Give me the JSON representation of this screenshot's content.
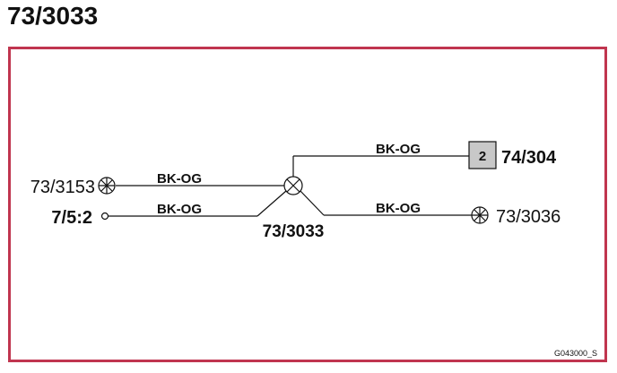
{
  "title": "73/3033",
  "colors": {
    "frame": "#c0354f",
    "line": "#111111",
    "box_fill": "#c8c8c8"
  },
  "connectors": {
    "left_top": {
      "label": "73/3153",
      "icon": "lamp-cross-circle-icon"
    },
    "left_bottom": {
      "label": "7/5:2",
      "icon": "open-terminal-circle-icon"
    },
    "center": {
      "label": "73/3033",
      "icon": "splice-cross-circle-icon"
    },
    "right_top": {
      "label": "74/304",
      "pin": "2"
    },
    "right_bottom": {
      "label": "73/3036",
      "icon": "lamp-cross-circle-icon"
    }
  },
  "wires": {
    "left_top": "BK-OG",
    "left_bottom": "BK-OG",
    "right_top": "BK-OG",
    "right_bottom": "BK-OG"
  },
  "figure_id": "G043000_S"
}
